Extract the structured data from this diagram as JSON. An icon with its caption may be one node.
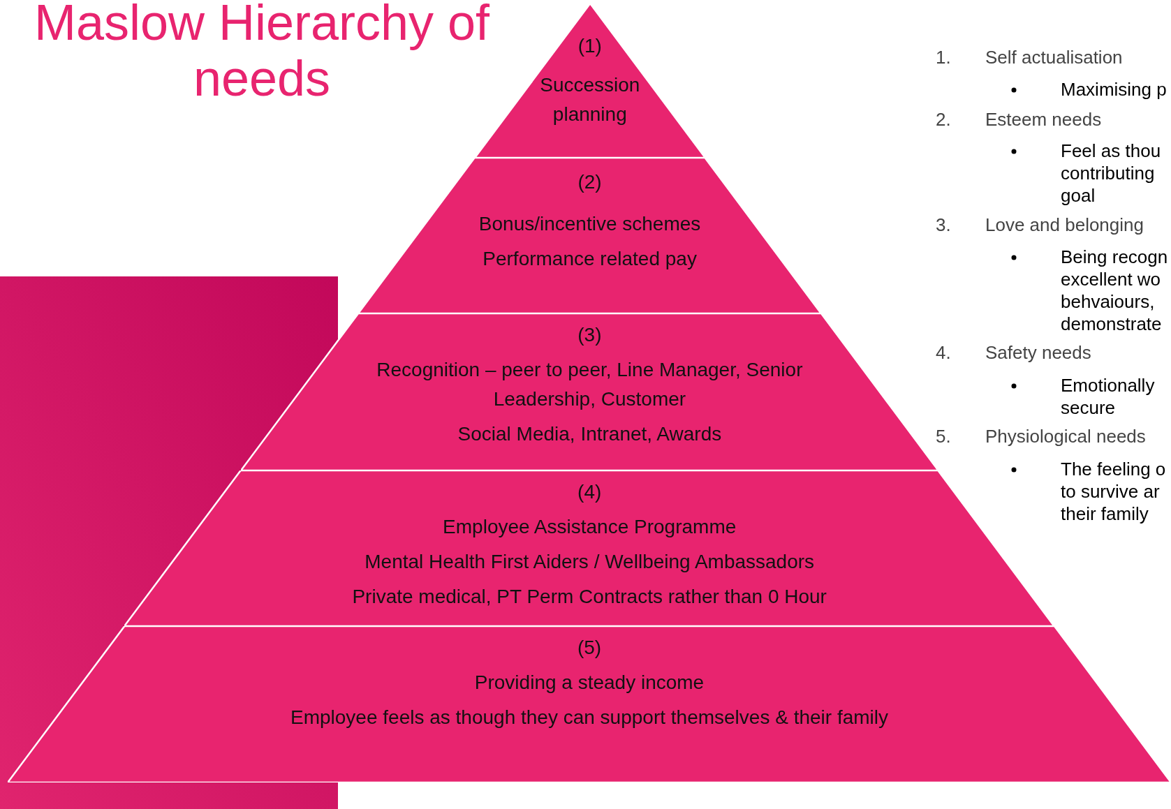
{
  "diagram": {
    "title": "Maslow Hierarchy of needs",
    "nodes": [
      {
        "text": [
          "(1)",
          "Succession planning"
        ]
      },
      {
        "text": [
          "(2)",
          "Bonus/incentive schemes",
          "Performance related pay"
        ]
      },
      {
        "text": [
          "(3)",
          "Recognition – peer to peer, Line Manager, Senior Leadership, Customer",
          "Social Media, Intranet, Awards"
        ]
      },
      {
        "text": [
          "(4)",
          "Employee Assistance Programme",
          "Mental Health First Aiders / Wellbeing Ambassadors",
          "Private medical, PT Perm Contracts rather than 0 Hour"
        ]
      },
      {
        "text": [
          "(5)",
          "Providing a steady income",
          "Employee feels as though they can support themselves & their family"
        ]
      }
    ],
    "edges": [],
    "labels": [
      "1.",
      "Self actualisation",
      "Maximising p",
      "2.",
      "Esteem needs",
      "Feel as thou contributing goal",
      "3.",
      "Love and belonging",
      "Being recogn excellent wo behvaiours, demonstrate",
      "4.",
      "Safety needs",
      "Emotionally secure",
      "5.",
      "Physiological needs",
      "The feeling o to survive ar their family"
    ]
  }
}
